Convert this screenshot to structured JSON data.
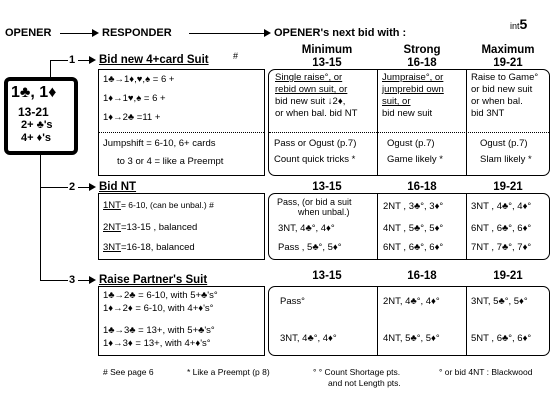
{
  "page": {
    "label": "int",
    "number": "5"
  },
  "flow": {
    "opener": "OPENER",
    "responder": "RESPONDER",
    "next_bid": "OPENER's next bid with :"
  },
  "opening": {
    "bid": "1♣, 1♦",
    "range": "13-21",
    "clubs": "2+ ♣'s",
    "diamonds": "4+ ♦'s"
  },
  "section1": {
    "number": "1",
    "title": "Bid new 4+card Suit",
    "mark": "#",
    "cols": [
      {
        "head": "Minimum",
        "range": "13-15"
      },
      {
        "head": "Strong",
        "range": "16-18"
      },
      {
        "head": "Maximum",
        "range": "19-21"
      }
    ],
    "resp_lines": [
      "1♣→1♦,♥,♠ =  6 +",
      "1♦→1♥,♠ =  6 +",
      "1♦→2♣ =11 +"
    ],
    "jump_lines": [
      "Jumpshift = 6-10, 6+ cards",
      "to 3 or 4 = like a Preempt"
    ],
    "min_lines": [
      "Single raise°, or",
      "rebid own suit, or",
      "bid new suit ↓2♦,",
      "or when bal. bid NT"
    ],
    "strong_lines": [
      "Jumpraise°, or",
      "jumprebid own",
      "suit, or",
      "bid new suit"
    ],
    "max_lines": [
      "Raise to Game°",
      "or bid new suit",
      "or when bal.",
      "bid 3NT"
    ],
    "jump_min": [
      "Pass or Ogust (p.7)",
      "Count quick tricks *"
    ],
    "jump_strong": [
      "Ogust (p.7)",
      "Game likely *"
    ],
    "jump_max": [
      "Ogust (p.7)",
      "Slam likely *"
    ]
  },
  "section2": {
    "number": "2",
    "title": "Bid NT",
    "cols": [
      "13-15",
      "16-18",
      "19-21"
    ],
    "rows": [
      {
        "resp": "1NT",
        "desc": "= 6-10, (can be unbal.) #",
        "min": "Pass, (or bid a suit",
        "min2": "when unbal.)",
        "strong": "2NT , 3♣°, 3♦°",
        "max": "3NT , 4♣°, 4♦°"
      },
      {
        "resp": "2NT",
        "desc": "=13-15 , balanced",
        "min": "3NT,  4♣°, 4♦°",
        "strong": "4NT , 5♣°, 5♦°",
        "max": "6NT , 6♣°, 6♦°"
      },
      {
        "resp": "3NT",
        "desc": "=16-18, balanced",
        "min": "Pass ,  5♣°, 5♦°",
        "strong": "6NT , 6♣°, 6♦°",
        "max": "7NT , 7♣°, 7♦°"
      }
    ]
  },
  "section3": {
    "number": "3",
    "title": "Raise Partner's Suit",
    "cols": [
      "13-15",
      "16-18",
      "19-21"
    ],
    "resp_lines": [
      "1♣→2♣ = 6-10, with 5+♣'s°",
      "1♦→2♦ = 6-10, with 4+♦'s°",
      "1♣→3♣ =  13+, with 5+♣'s°",
      "1♦→3♦ =  13+, with 4+♦'s°"
    ],
    "r1": {
      "min": "Pass°",
      "strong": "2NT,  4♣°, 4♦°",
      "max": "3NT, 5♣°, 5♦°"
    },
    "r2": {
      "min": "3NT,  4♣°, 4♦°",
      "strong": "4NT,  5♣°, 5♦°",
      "max": "5NT , 6♣°, 6♦°"
    }
  },
  "footnotes": {
    "f1": "# See page 6",
    "f2": "* Like a Preempt (p 8)",
    "f3a": "° ° Count Shortage pts.",
    "f3b": "and not Length pts.",
    "f4": "° or bid 4NT : Blackwood"
  }
}
